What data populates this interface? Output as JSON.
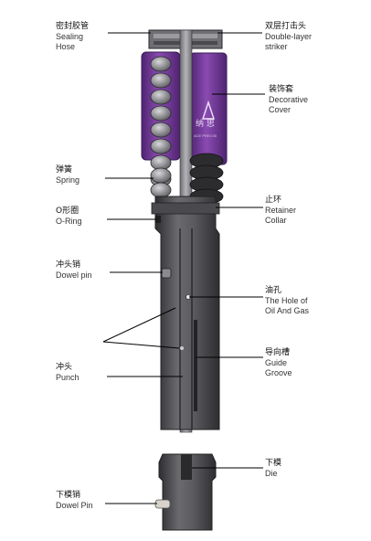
{
  "labels": {
    "sealing_hose": {
      "zh": "密封胶管",
      "en1": "Sealing",
      "en2": "Hose"
    },
    "spring": {
      "zh": "弹簧",
      "en1": "Spring",
      "en2": ""
    },
    "o_ring": {
      "zh": "O形圈",
      "en1": "O-Ring",
      "en2": ""
    },
    "dowel_pin": {
      "zh": "冲头销",
      "en1": "Dowel pin",
      "en2": ""
    },
    "punch": {
      "zh": "冲头",
      "en1": "Punch",
      "en2": ""
    },
    "die_dowel_pin": {
      "zh": "下模销",
      "en1": "Dowel Pin",
      "en2": ""
    },
    "double_layer_striker": {
      "zh": "双层打击头",
      "en1": "Double-layer",
      "en2": "striker"
    },
    "decorative_cover": {
      "zh": "装饰套",
      "en1": "Decorative",
      "en2": "Cover"
    },
    "retainer_collar": {
      "zh": "止环",
      "en1": "Retainer",
      "en2": "Collar"
    },
    "oil_gas_hole": {
      "zh": "油孔",
      "en1": "The Hole of",
      "en2": "Oil And Gas"
    },
    "guide_groove": {
      "zh": "导向槽",
      "en1": "Guide",
      "en2": "Groove"
    },
    "die": {
      "zh": "下模",
      "en1": "Die",
      "en2": ""
    }
  },
  "cover_logo": {
    "text1": "纳 思",
    "text2": "ACE PRECISI"
  },
  "colors": {
    "steel_dark": "#3a3a3d",
    "steel_mid": "#6b6b70",
    "steel_light": "#a8a8ad",
    "purple": "#7a3fa0",
    "purple_dark": "#4f2470",
    "leader": "#000000"
  }
}
